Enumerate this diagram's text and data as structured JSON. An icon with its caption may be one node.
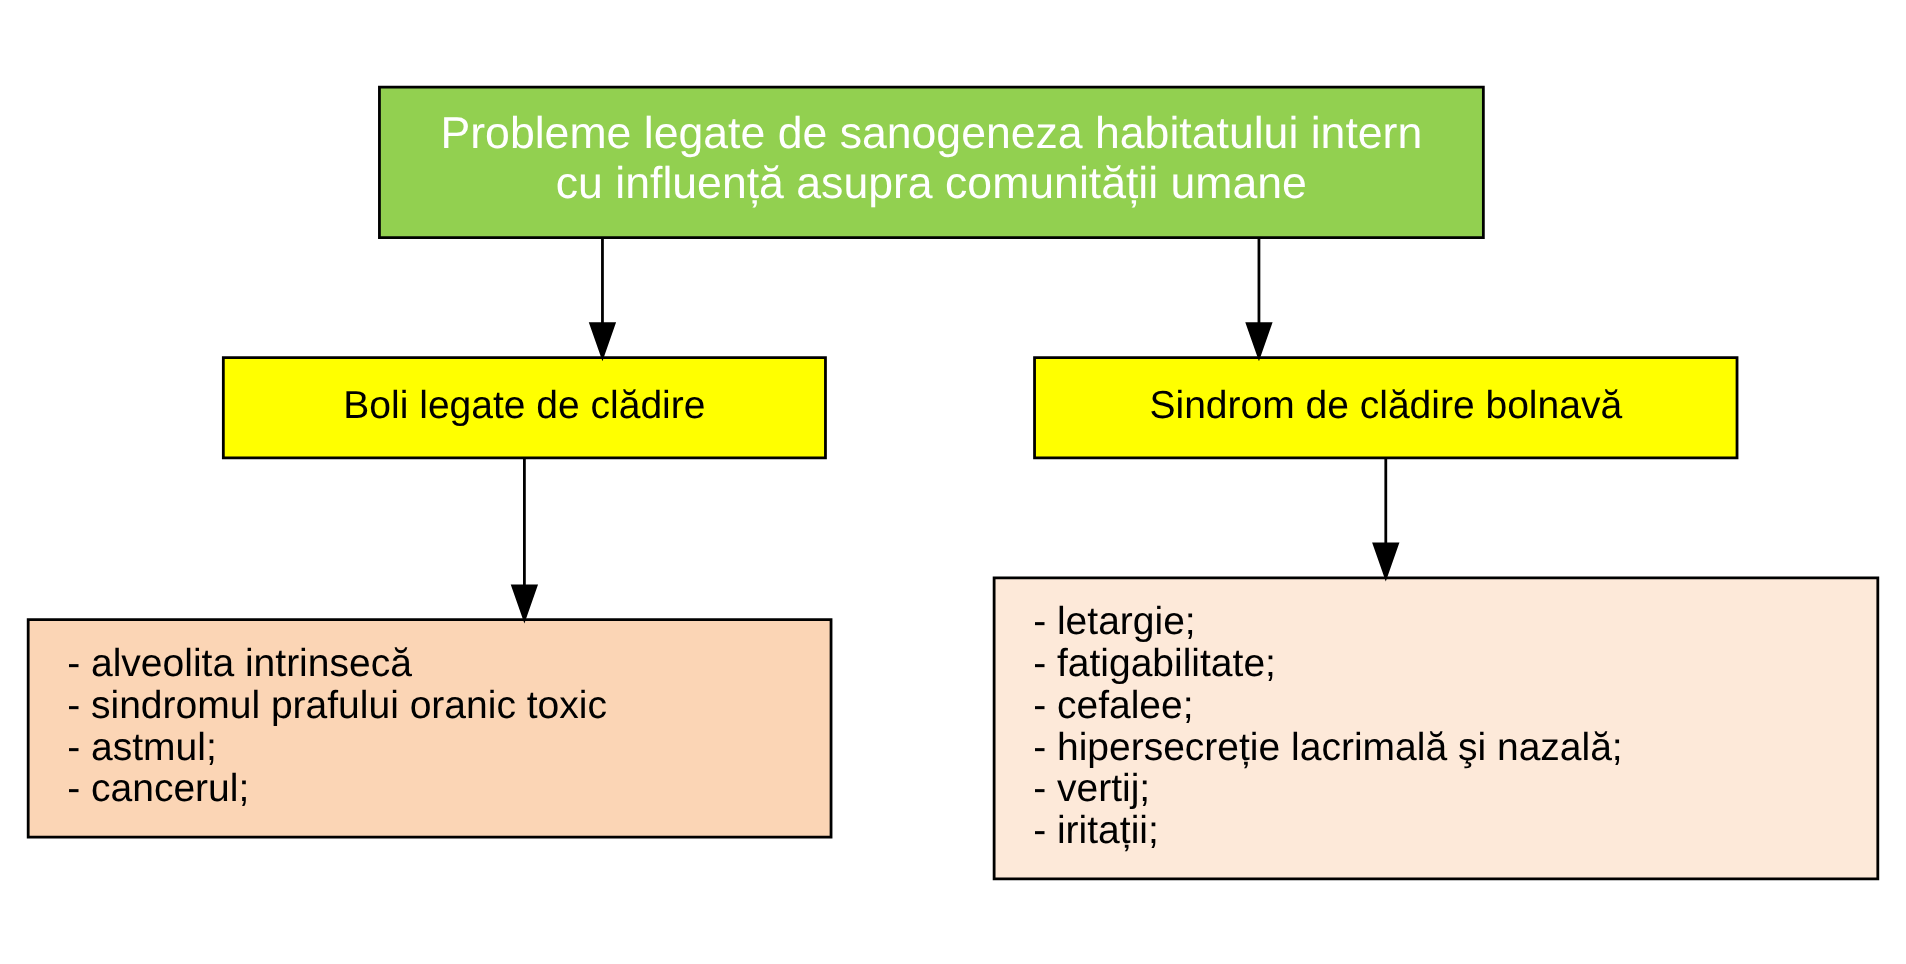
{
  "diagram": {
    "nodes": [
      {
        "text": [
          "Probleme legate de sanogeneza habitatului intern cu influență asupra comunității umane"
        ]
      },
      {
        "text": [
          "Boli legate de clădire"
        ]
      },
      {
        "text": [
          "Sindrom de clădire bolnavă"
        ]
      },
      {
        "text": [
          "- alveolita intrinsecă",
          "- sindromul prafului oranic toxic",
          "- astmul;",
          "- cancerul;"
        ]
      },
      {
        "text": [
          "- letargie;",
          "- fatigabilitate;",
          "- cefalee;",
          "- hipersecreție lacrimală şi nazală;",
          "- vertij;",
          "- iritații;"
        ]
      }
    ],
    "edges": [
      {
        "from": 0,
        "to": 1,
        "arrow": "to"
      },
      {
        "from": 0,
        "to": 2,
        "arrow": "to"
      },
      {
        "from": 1,
        "to": 3,
        "arrow": "to"
      },
      {
        "from": 2,
        "to": 4,
        "arrow": "to"
      }
    ]
  }
}
